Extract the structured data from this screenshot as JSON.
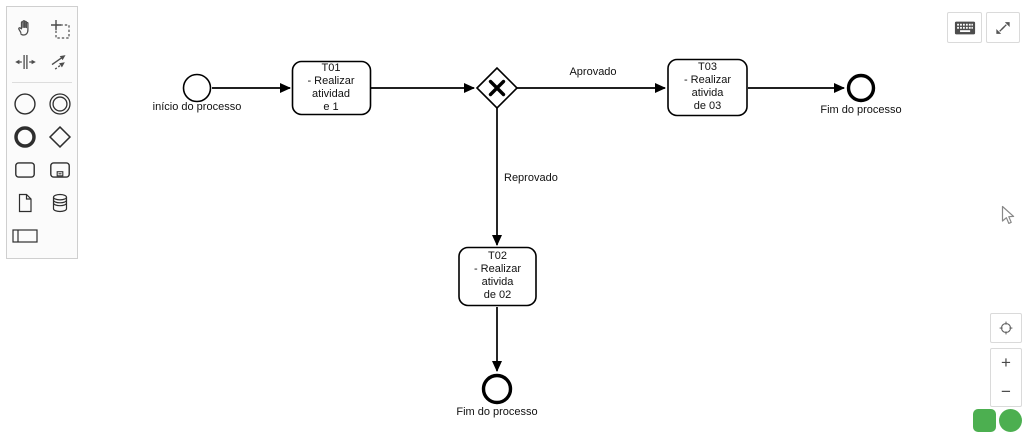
{
  "palette": {
    "items": [
      {
        "name": "hand-tool",
        "icon": "hand-icon"
      },
      {
        "name": "lasso-tool",
        "icon": "lasso-icon"
      },
      {
        "name": "space-tool",
        "icon": "space-icon"
      },
      {
        "name": "global-connect-tool",
        "icon": "connect-arrow-icon"
      },
      {
        "name": "create-start-event",
        "icon": "thin-circle-icon"
      },
      {
        "name": "create-intermediate-event",
        "icon": "double-circle-icon"
      },
      {
        "name": "create-end-event",
        "icon": "thick-circle-icon"
      },
      {
        "name": "create-gateway",
        "icon": "diamond-icon"
      },
      {
        "name": "create-task",
        "icon": "rounded-rect-icon"
      },
      {
        "name": "create-subprocess",
        "icon": "subprocess-icon"
      },
      {
        "name": "create-data-object",
        "icon": "document-icon"
      },
      {
        "name": "create-data-store",
        "icon": "database-icon"
      },
      {
        "name": "create-participant",
        "icon": "pool-icon"
      }
    ]
  },
  "diagram": {
    "start_event": {
      "label": "início do processo"
    },
    "tasks": [
      {
        "id": "T01",
        "label": "T01\n- Realizar atividad\ne 1"
      },
      {
        "id": "T02",
        "label": "T02\n- Realizar ativida\nde 02"
      },
      {
        "id": "T03",
        "label": "T03\n- Realizar ativida\nde 03"
      }
    ],
    "gateway": {
      "type": "exclusive-xor"
    },
    "flows": [
      {
        "label": "Aprovado"
      },
      {
        "label": "Reprovado"
      }
    ],
    "end_events": [
      {
        "label": "Fim do processo"
      },
      {
        "label": "Fim do processo"
      }
    ]
  },
  "header": {
    "buttons": [
      {
        "icon": "keyboard-icon"
      },
      {
        "icon": "fullscreen-icon"
      }
    ]
  },
  "controls": {
    "reset_icon": "crosshair-icon",
    "zoom_in": "+",
    "zoom_out": "−"
  },
  "colors": {
    "stroke": "#000000",
    "accent_green": "#4CAF50",
    "palette_bg": "#fbfbfb"
  }
}
